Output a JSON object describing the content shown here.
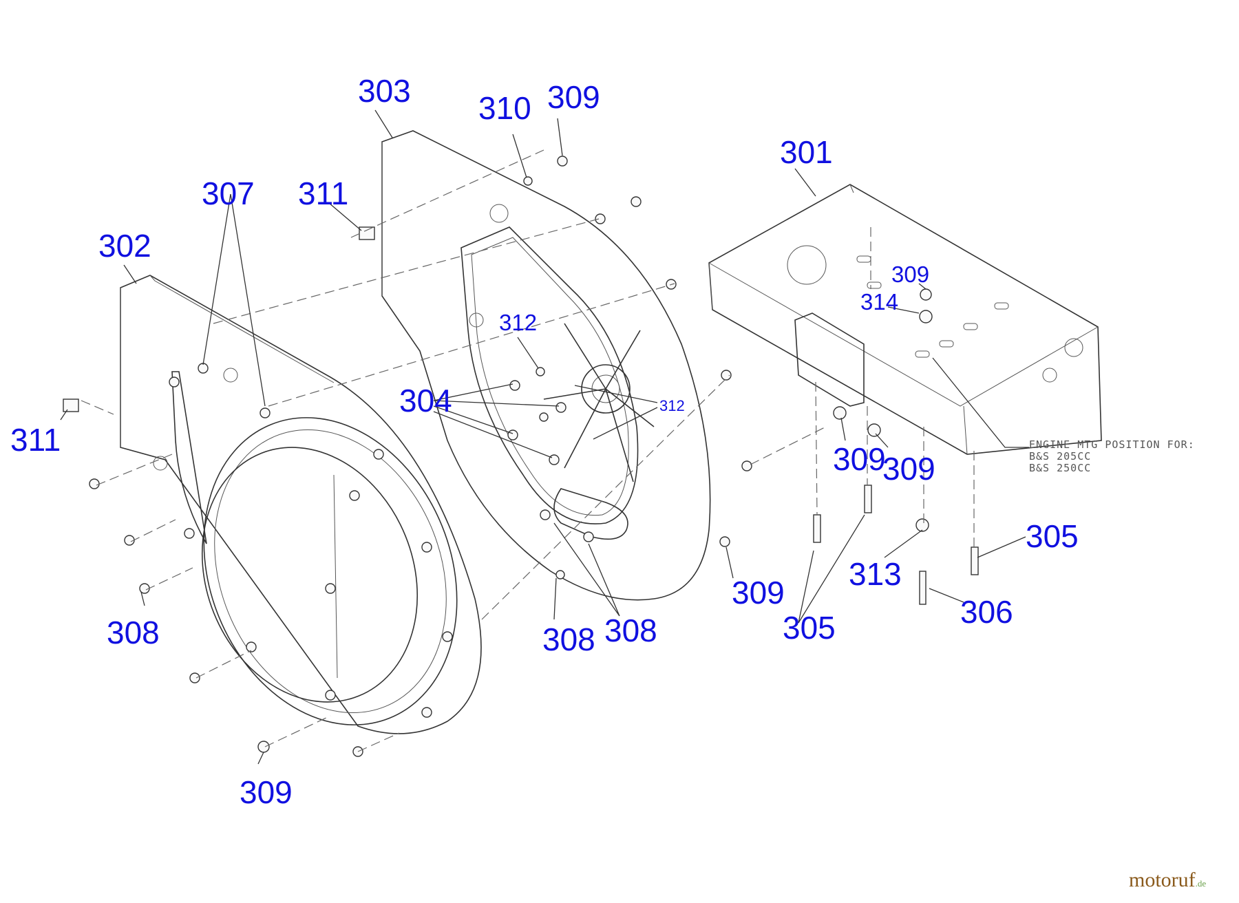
{
  "labels": {
    "l303": "303",
    "l310": "310",
    "l309a": "309",
    "l301": "301",
    "l307": "307",
    "l311a": "311",
    "l302": "302",
    "l309b": "309",
    "l314": "314",
    "l312a": "312",
    "l304": "304",
    "l312b": "312",
    "l311b": "311",
    "l309c": "309",
    "l309d": "309",
    "l305a": "305",
    "l313": "313",
    "l309e": "309",
    "l306": "306",
    "l305b": "305",
    "l308a": "308",
    "l308b": "308",
    "l308c": "308",
    "l309f": "309"
  },
  "engine_note": {
    "line1": "ENGINE MTG POSITION FOR:",
    "line2": "B&S 205CC",
    "line3": "B&S 250CC"
  },
  "watermark": {
    "name": "motoruf",
    "suffix": ".de"
  },
  "colors": {
    "label": "#1010e0",
    "line": "#333333",
    "watermark": "#8a5a1c"
  }
}
